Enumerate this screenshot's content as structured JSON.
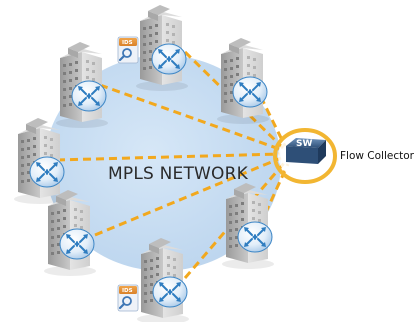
{
  "diagram": {
    "network_label": "MPLS NETWORK",
    "collector_label": "Flow Collector",
    "switch_label": "SW",
    "ids_label": "IDS"
  },
  "colors": {
    "network_fill": "#c9def2",
    "dashed_link": "#f2a81d",
    "collector_ring": "#f2b632",
    "switch_body": "#3d5f86",
    "router_blue": "#2f7dc0",
    "building_gray": "#b9b9b9"
  }
}
